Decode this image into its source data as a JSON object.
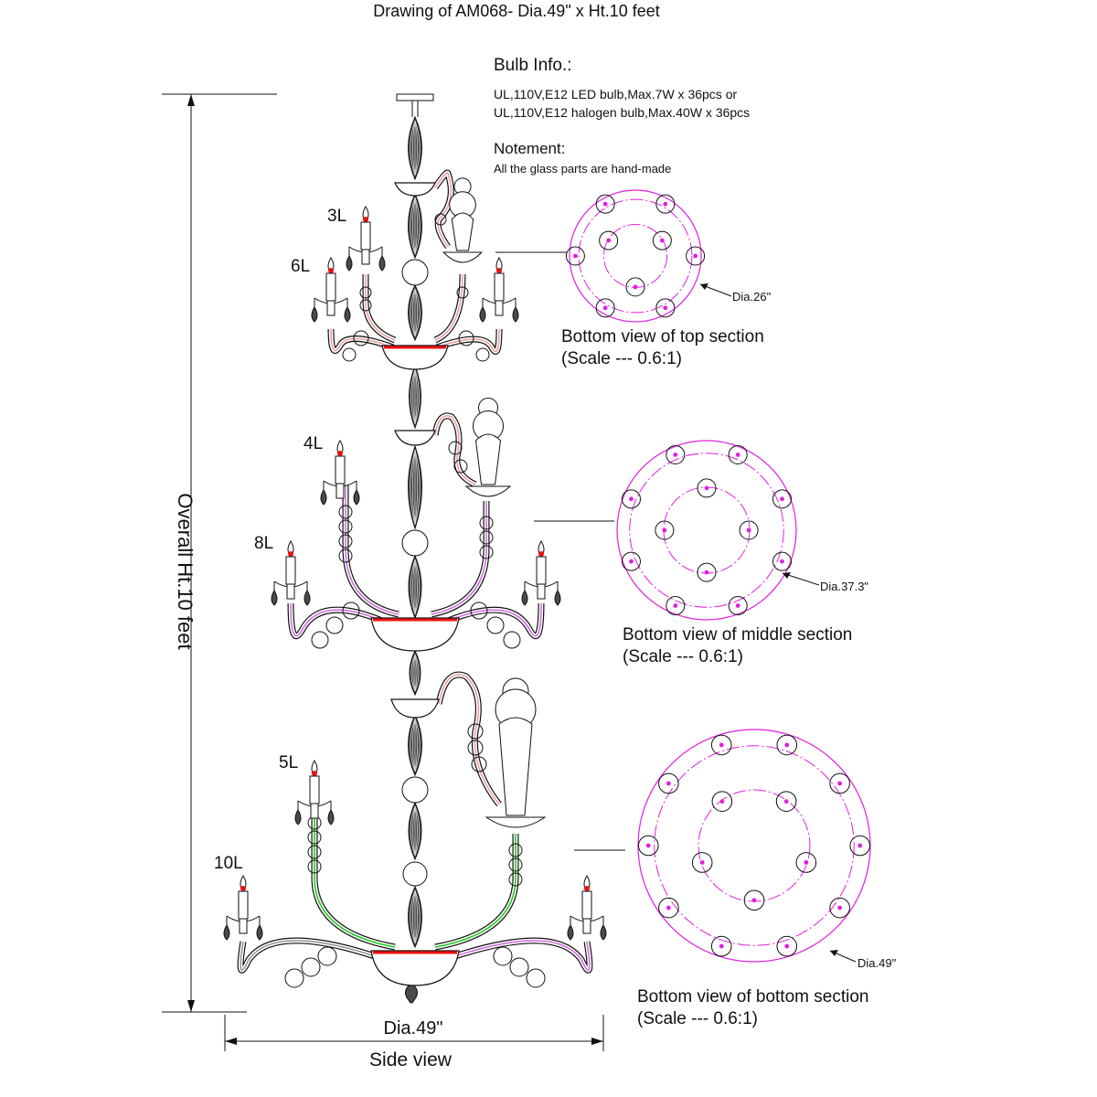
{
  "title": "Drawing of AM068- Dia.49\" x Ht.10 feet",
  "bulb_info": {
    "heading": "Bulb Info.:",
    "line1": "UL,110V,E12 LED bulb,Max.7W x 36pcs or",
    "line2": "UL,110V,E12 halogen bulb,Max.40W x 36pcs"
  },
  "note": {
    "heading": "Notement:",
    "text": "All the glass parts are hand-made"
  },
  "overall_height": "Overall Ht.10 feet",
  "side": {
    "dia_label": "Dia.49\"",
    "view_label": "Side view"
  },
  "tier_labels": {
    "top_inner": "3L",
    "top_outer": "6L",
    "mid_inner": "4L",
    "mid_outer": "8L",
    "bot_inner": "5L",
    "bot_outer": "10L"
  },
  "sections": [
    {
      "dia": "Dia.26\"",
      "caption": "Bottom view of top section",
      "scale": "(Scale --- 0.6:1)",
      "inner_lights": 3,
      "outer_lights": 6
    },
    {
      "dia": "Dia.37.3\"",
      "caption": "Bottom view of middle section",
      "scale": "(Scale --- 0.6:1)",
      "inner_lights": 4,
      "outer_lights": 8
    },
    {
      "dia": "Dia.49\"",
      "caption": "Bottom view of bottom section",
      "scale": "(Scale --- 0.6:1)",
      "inner_lights": 5,
      "outer_lights": 10
    }
  ],
  "colors": {
    "line": "#111111",
    "magenta": "#e020e0",
    "bulb_red": "#ee1111",
    "pink_arm": "#f0a0a0",
    "violet_arm": "#d070e0",
    "green_arm": "#22cc22",
    "glass_dark": "#4a4a4a"
  }
}
